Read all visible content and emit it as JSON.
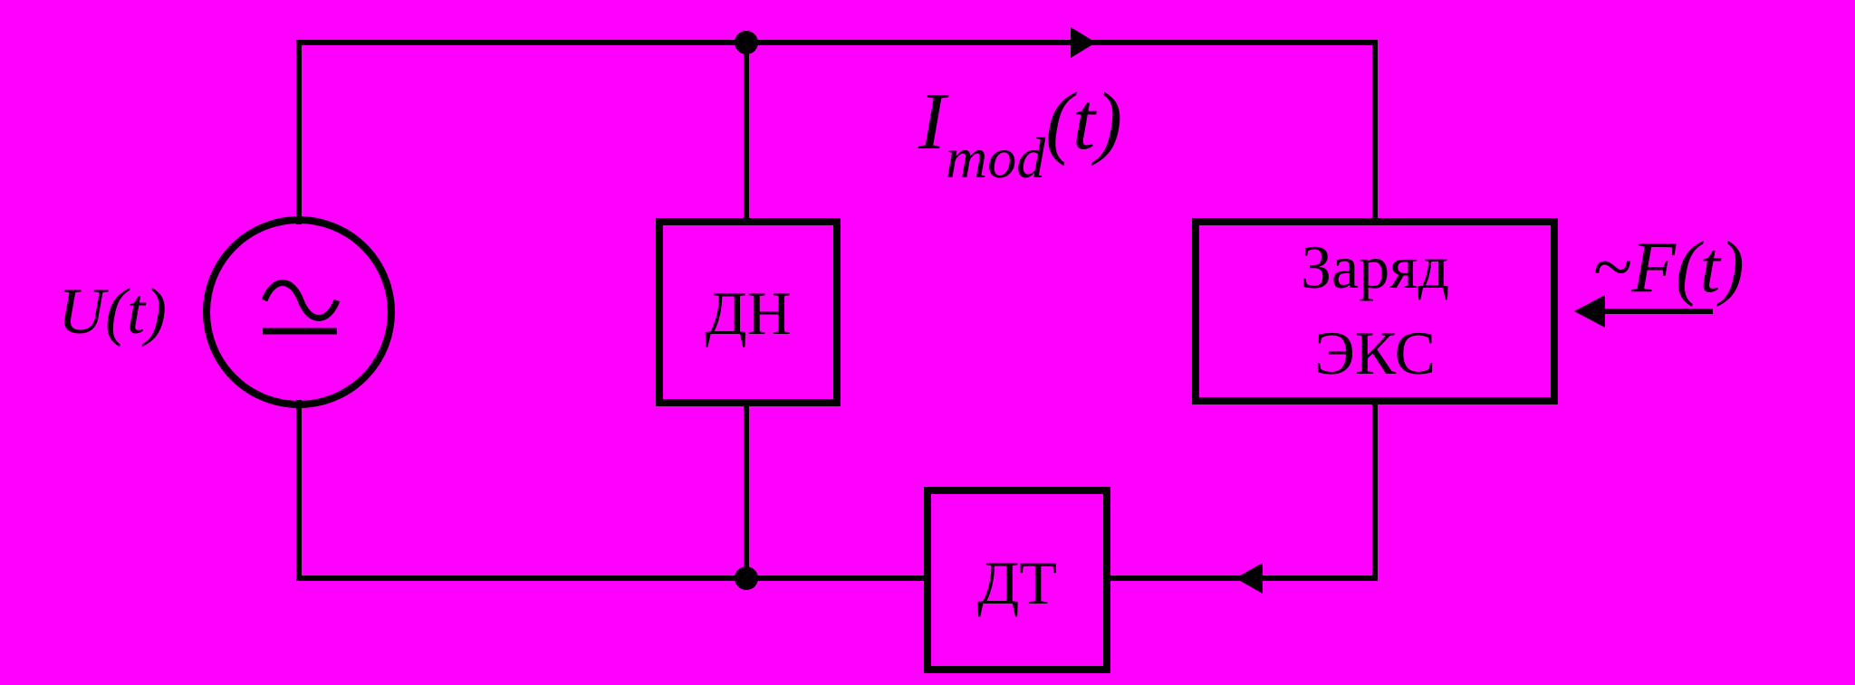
{
  "title": "",
  "source_label": "U(t)",
  "current_label": {
    "main": "I",
    "subscript": "mod",
    "suffix": "(t)"
  },
  "force_label": "~F(t)",
  "blocks": {
    "dn": "ДН",
    "charge": {
      "line1": "Заряд",
      "line2": "ЭКС"
    },
    "dt": "ДТ"
  },
  "colors": {
    "background": "#ff00ff",
    "stroke": "#000000"
  },
  "icons": {
    "source": "ac-source-icon",
    "arrow_current_top": "arrow-right-icon",
    "arrow_current_bottom": "arrow-left-icon",
    "arrow_force": "arrow-left-icon",
    "junctions": "junction-dot-icon"
  }
}
